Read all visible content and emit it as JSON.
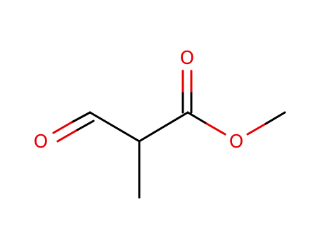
{
  "molecule": {
    "colors": {
      "carbon_bond": "#000000",
      "oxygen": "#e60000"
    },
    "atoms": {
      "aldehyde_oxygen": "O",
      "carbonyl_oxygen": "O",
      "ester_oxygen": "O"
    }
  }
}
